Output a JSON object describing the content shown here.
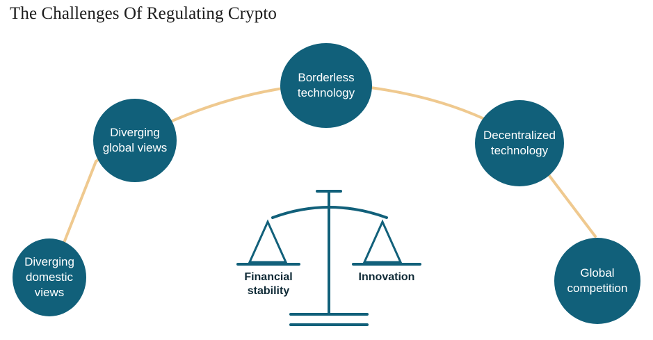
{
  "title": "The Challenges Of Regulating Crypto",
  "nodes": [
    {
      "id": "diverging-domestic-views",
      "label": "Diverging\ndomestic\nviews"
    },
    {
      "id": "diverging-global-views",
      "label": "Diverging\nglobal views"
    },
    {
      "id": "borderless-technology",
      "label": "Borderless\ntechnology"
    },
    {
      "id": "decentralized-technology",
      "label": "Decentralized\ntechnology"
    },
    {
      "id": "global-competition",
      "label": "Global\ncompetition"
    }
  ],
  "scale": {
    "left_label": "Financial\nstability",
    "right_label": "Innovation"
  },
  "colors": {
    "node_fill": "#11607a",
    "arc": "#efc98f",
    "scale": "#11607a",
    "text_dark": "#0f2a36"
  }
}
